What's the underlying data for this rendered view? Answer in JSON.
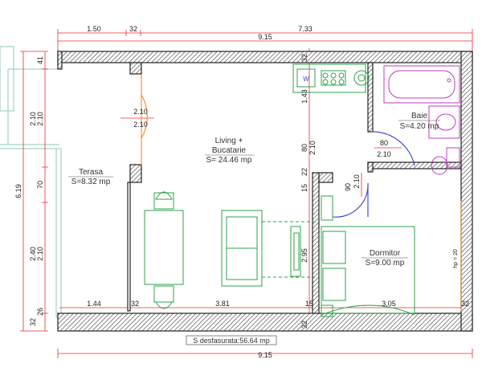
{
  "dimensions": {
    "top_seg_1": "1.50",
    "top_seg_2": "32",
    "top_seg_3": "7.33",
    "top_total": "9.15",
    "bottom_total": "9.15",
    "left_total": "6.19",
    "left_seg_1": "41",
    "left_seg_2": "2.10",
    "left_seg_3": "70",
    "left_seg_4": "2.40",
    "left_seg_5": "32",
    "left_seg_6": "26",
    "left_inner_1": "2.10",
    "left_inner_2": "2.10",
    "row_1": "1.44",
    "row_2": "32",
    "row_3": "3.81",
    "row_4": "15",
    "row_5": "3.05",
    "row_6": "32",
    "door_living_w": "2.10",
    "door_living_h": "2.10",
    "door_bath_w": "80",
    "door_bath_h": "2.10",
    "wall_top_right": "32",
    "wall_bottom_mid": "32",
    "vert_1": "1.43",
    "vert_2": "80",
    "vert_3": "2.10",
    "vert_4": "22",
    "vert_5": "15",
    "vert_6": "90",
    "vert_7": "2.10",
    "vert_8": "2.95",
    "hp_label": "hp = 20"
  },
  "rooms": {
    "terrace_name": "Terasa",
    "terrace_area": "S=8.32 mp",
    "living_name_1": "Living +",
    "living_name_2": "Bucatarie",
    "living_area": "S= 24.46 mp",
    "bath_name": "Baie",
    "bath_area": "S=4.20 mp",
    "bedroom_name": "Dormitor",
    "bedroom_area": "S=9.00 mp"
  },
  "footer": {
    "total_area": "S desfasurata:56.64 mp"
  },
  "fixtures": {
    "washer_label": "W"
  },
  "colors": {
    "dimension": "#e8302a",
    "wall": "#333333",
    "furniture": "#2ea34a",
    "sanitary": "#c23bc2",
    "door_swing": "#f08a24",
    "door_blue": "#3040d0",
    "terrace": "#8fc8b4"
  }
}
